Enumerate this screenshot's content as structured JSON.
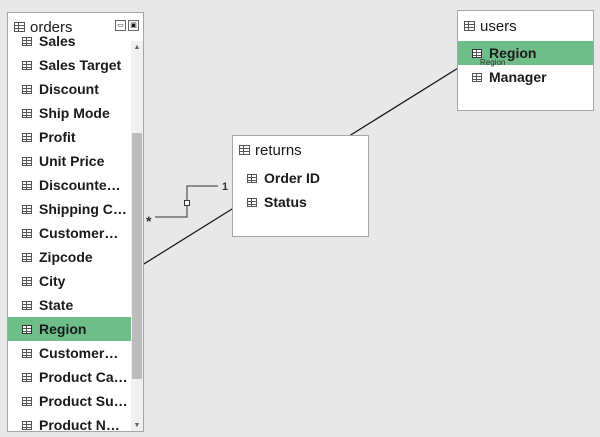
{
  "orders": {
    "title": "orders",
    "fields": [
      "Sales",
      "Sales Target",
      "Discount",
      "Ship Mode",
      "Profit",
      "Unit Price",
      "Discounte…",
      "Shipping C…",
      "Customer…",
      "Zipcode",
      "City",
      "State",
      "Region",
      "Customer…",
      "Product Ca…",
      "Product Su…",
      "Product N…"
    ],
    "selected_field": "Region"
  },
  "returns": {
    "title": "returns",
    "fields": [
      "Order ID",
      "Status"
    ]
  },
  "users": {
    "title": "users",
    "fields": [
      "Region",
      "Manager"
    ],
    "selected_field": "Region"
  },
  "relationship": {
    "many_marker": "*",
    "one_marker": "1"
  },
  "drag_tooltip": "Region",
  "colors": {
    "selected": "#6ebe8a",
    "background": "#e8e8e8",
    "border": "#a6a6a6"
  }
}
